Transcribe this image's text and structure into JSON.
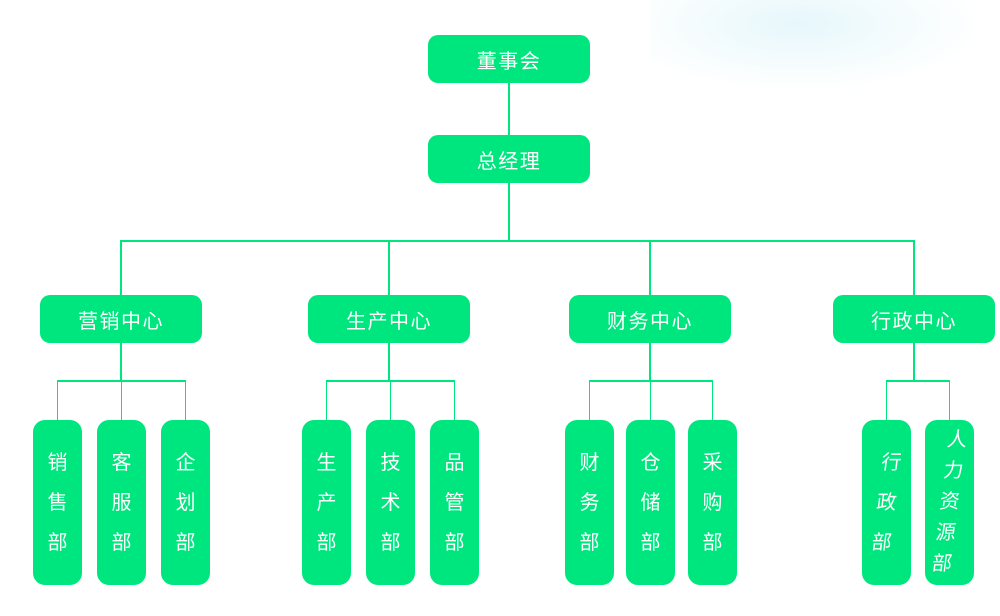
{
  "org_chart": {
    "title_hint": "company organization chart",
    "colors": {
      "node": "#00E67E",
      "line": "#00E67E",
      "text": "#FFFFFF",
      "background": "#FFFFFF"
    },
    "root": {
      "label": "董事会"
    },
    "general_manager": {
      "label": "总经理"
    },
    "centers": [
      {
        "label": "营销中心",
        "departments": [
          "销售部",
          "客服部",
          "企划部"
        ]
      },
      {
        "label": "生产中心",
        "departments": [
          "生产部",
          "技术部",
          "品管部"
        ]
      },
      {
        "label": "财务中心",
        "departments": [
          "财务部",
          "仓储部",
          "采购部"
        ]
      },
      {
        "label": "行政中心",
        "departments": [
          "行政部",
          "人力资源部"
        ]
      }
    ]
  }
}
